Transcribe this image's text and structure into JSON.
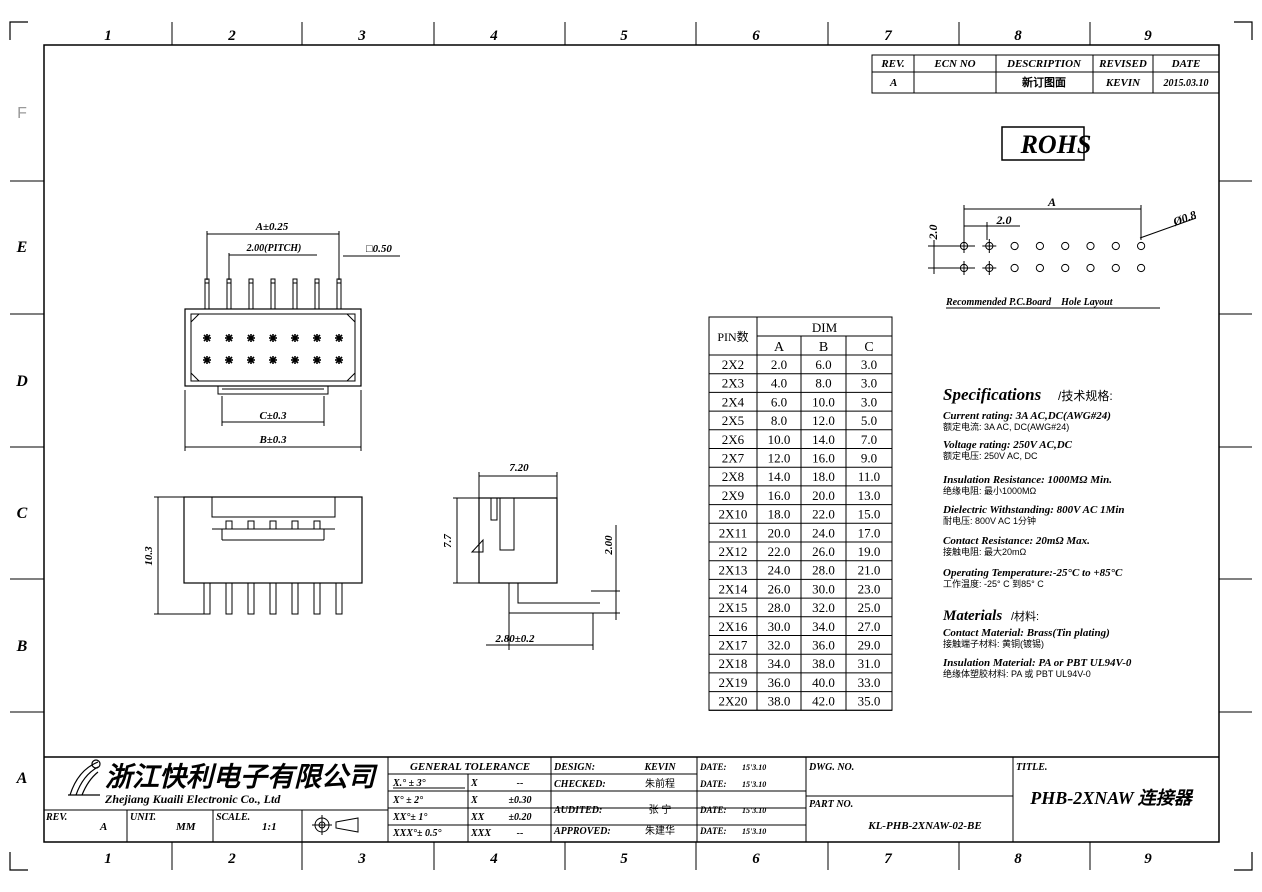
{
  "frame": {
    "col_labels": [
      "1",
      "2",
      "3",
      "4",
      "5",
      "6",
      "7",
      "8",
      "9"
    ],
    "row_labels": [
      "F",
      "E",
      "D",
      "C",
      "B",
      "A"
    ]
  },
  "revision_table": {
    "headers": [
      "REV.",
      "ECN NO",
      "DESCRIPTION",
      "REVISED",
      "DATE"
    ],
    "row": [
      "A",
      "",
      "新订图面",
      "KEVIN",
      "2015.03.10"
    ]
  },
  "rohs_label": "ROHS",
  "front_view": {
    "dim_a": "A±0.25",
    "dim_pitch": "2.00(PITCH)",
    "dim_pin": "□0.50",
    "dim_c": "C±0.3",
    "dim_b": "B±0.3"
  },
  "bottom_view": {
    "dim_height": "10.3"
  },
  "side_view": {
    "dim_width": "7.20",
    "dim_left": "7.7",
    "dim_pin_height": "2.00",
    "dim_bottom": "2.80±0.2"
  },
  "pcb_layout": {
    "dim_a": "A",
    "dim_pitch_h": "2.0",
    "dim_pitch_v": "2.0",
    "dim_hole": "Ø0.8",
    "caption": "Recommended P.C.Board    Hole Layout"
  },
  "dim_table": {
    "pin_header": "PIN数",
    "dim_header": "DIM",
    "col_headers": [
      "A",
      "B",
      "C"
    ],
    "rows": [
      [
        "2X2",
        "2.0",
        "6.0",
        "3.0"
      ],
      [
        "2X3",
        "4.0",
        "8.0",
        "3.0"
      ],
      [
        "2X4",
        "6.0",
        "10.0",
        "3.0"
      ],
      [
        "2X5",
        "8.0",
        "12.0",
        "5.0"
      ],
      [
        "2X6",
        "10.0",
        "14.0",
        "7.0"
      ],
      [
        "2X7",
        "12.0",
        "16.0",
        "9.0"
      ],
      [
        "2X8",
        "14.0",
        "18.0",
        "11.0"
      ],
      [
        "2X9",
        "16.0",
        "20.0",
        "13.0"
      ],
      [
        "2X10",
        "18.0",
        "22.0",
        "15.0"
      ],
      [
        "2X11",
        "20.0",
        "24.0",
        "17.0"
      ],
      [
        "2X12",
        "22.0",
        "26.0",
        "19.0"
      ],
      [
        "2X13",
        "24.0",
        "28.0",
        "21.0"
      ],
      [
        "2X14",
        "26.0",
        "30.0",
        "23.0"
      ],
      [
        "2X15",
        "28.0",
        "32.0",
        "25.0"
      ],
      [
        "2X16",
        "30.0",
        "34.0",
        "27.0"
      ],
      [
        "2X17",
        "32.0",
        "36.0",
        "29.0"
      ],
      [
        "2X18",
        "34.0",
        "38.0",
        "31.0"
      ],
      [
        "2X19",
        "36.0",
        "40.0",
        "33.0"
      ],
      [
        "2X20",
        "38.0",
        "42.0",
        "35.0"
      ]
    ]
  },
  "specifications": {
    "heading": "Specifications",
    "heading_cn": "/技术规格:",
    "items": [
      {
        "en": "Current rating: 3A AC,DC(AWG#24)",
        "cn": "额定电流: 3A AC, DC(AWG#24)"
      },
      {
        "en": "Voltage rating: 250V AC,DC",
        "cn": "额定电压: 250V AC, DC"
      },
      {
        "en": "Insulation Resistance: 1000MΩ Min.",
        "cn": "绝缘电阻: 最小1000MΩ"
      },
      {
        "en": "Dielectric Withstanding: 800V AC 1Min",
        "cn": "耐电压: 800V AC  1分钟"
      },
      {
        "en": "Contact Resistance: 20mΩ Max.",
        "cn": "接触电阻: 最大20mΩ"
      },
      {
        "en": "Operating Temperature:-25°C to +85°C",
        "cn": "工作温度: -25° C 到85° C"
      }
    ]
  },
  "materials": {
    "heading": "Materials",
    "heading_cn": "/材料:",
    "items": [
      {
        "en": "Contact Material: Brass(Tin plating)",
        "cn": "接触端子材料: 黄铜(镀锡)"
      },
      {
        "en": "Insulation Material:  PA or PBT UL94V-0",
        "cn": "绝缘体塑胶材料: PA 或 PBT UL94V-0"
      }
    ]
  },
  "title_block": {
    "company_cn": "浙江快利电子有限公司",
    "company_en": "Zhejiang Kuaili Electronic Co., Ltd",
    "rev_label": "REV.",
    "rev_value": "A",
    "unit_label": "UNIT.",
    "unit_value": "MM",
    "scale_label": "SCALE.",
    "scale_value": "1:1",
    "tolerance_header": "GENERAL TOLERANCE",
    "tolerances": [
      [
        "X.° ± 3°",
        "X",
        "--"
      ],
      [
        "X° ± 2°",
        "X",
        "±0.30"
      ],
      [
        "XX°± 1°",
        "XX",
        "±0.20"
      ],
      [
        "XXX°± 0.5°",
        "XXX",
        "--"
      ]
    ],
    "approvals": [
      {
        "role": "DESIGN:",
        "name": "KEVIN",
        "date_label": "DATE:",
        "date": "15'3.10"
      },
      {
        "role": "CHECKED:",
        "name": "朱前程",
        "date_label": "DATE:",
        "date": "15'3.10"
      },
      {
        "role": "AUDITED:",
        "name": "张  宁",
        "date_label": "DATE:",
        "date": "15'3.10"
      },
      {
        "role": "APPROVED:",
        "name": "朱建华",
        "date_label": "DATE:",
        "date": "15'3.10"
      }
    ],
    "dwg_no_label": "DWG. NO.",
    "part_no_label": "PART NO.",
    "part_no": "KL-PHB-2XNAW-02-BE",
    "title_label": "TITLE.",
    "title": "PHB-2XNAW 连接器"
  }
}
